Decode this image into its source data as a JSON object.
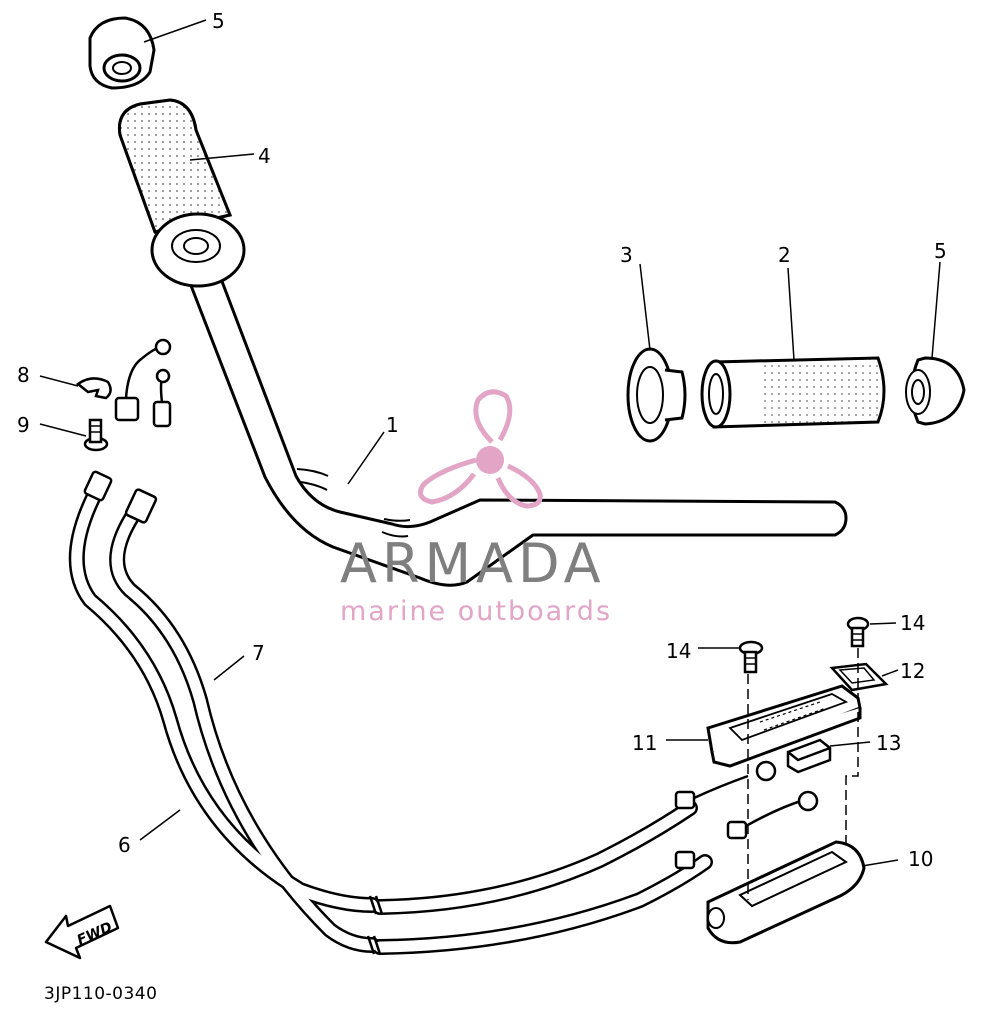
{
  "diagram": {
    "callouts": [
      "1",
      "2",
      "3",
      "4",
      "5",
      "5",
      "6",
      "7",
      "8",
      "9",
      "10",
      "11",
      "12",
      "13",
      "14",
      "14"
    ],
    "fwd_label": "FWD",
    "part_code": "3JP110-0340"
  },
  "watermark": {
    "brand": "ARMADA",
    "tagline": "marine outboards",
    "logo_icon": "propeller-icon",
    "colors": {
      "brand_text": "#7f7f7f",
      "logo": "#e3a5c5"
    }
  }
}
